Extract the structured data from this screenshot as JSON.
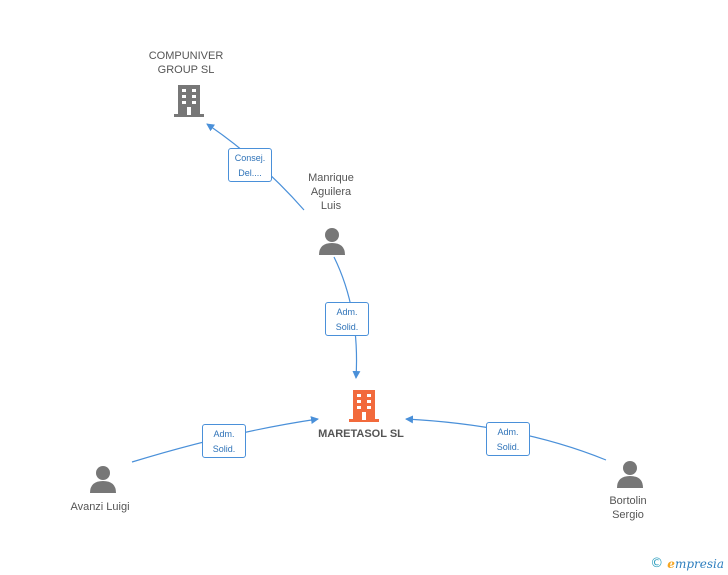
{
  "nodes": {
    "compuniver": {
      "label_line1": "COMPUNIVER",
      "label_line2": "GROUP SL",
      "type": "company",
      "icon": "building-icon",
      "color": "#777777"
    },
    "manrique": {
      "label_line1": "Manrique",
      "label_line2": "Aguilera",
      "label_line3": "Luis",
      "type": "person",
      "icon": "person-icon",
      "color": "#777777"
    },
    "maretasol": {
      "label": "MARETASOL SL",
      "type": "company",
      "icon": "building-icon",
      "color": "#f26a3c"
    },
    "avanzi": {
      "label": "Avanzi Luigi",
      "type": "person",
      "icon": "person-icon",
      "color": "#777777"
    },
    "bortolin": {
      "label_line1": "Bortolin",
      "label_line2": "Sergio",
      "type": "person",
      "icon": "person-icon",
      "color": "#777777"
    }
  },
  "edges": {
    "manrique_compuniver": {
      "line1": "Consej.",
      "line2": "Del...."
    },
    "manrique_maretasol": {
      "line1": "Adm.",
      "line2": "Solid."
    },
    "avanzi_maretasol": {
      "line1": "Adm.",
      "line2": "Solid."
    },
    "bortolin_maretasol": {
      "line1": "Adm.",
      "line2": "Solid."
    }
  },
  "colors": {
    "edge": "#4a90d9",
    "edge_text": "#2f73b8",
    "accent": "#f26a3c"
  },
  "footer": {
    "copyright": "©",
    "brand_initial": "e",
    "brand_rest": "mpresia"
  }
}
